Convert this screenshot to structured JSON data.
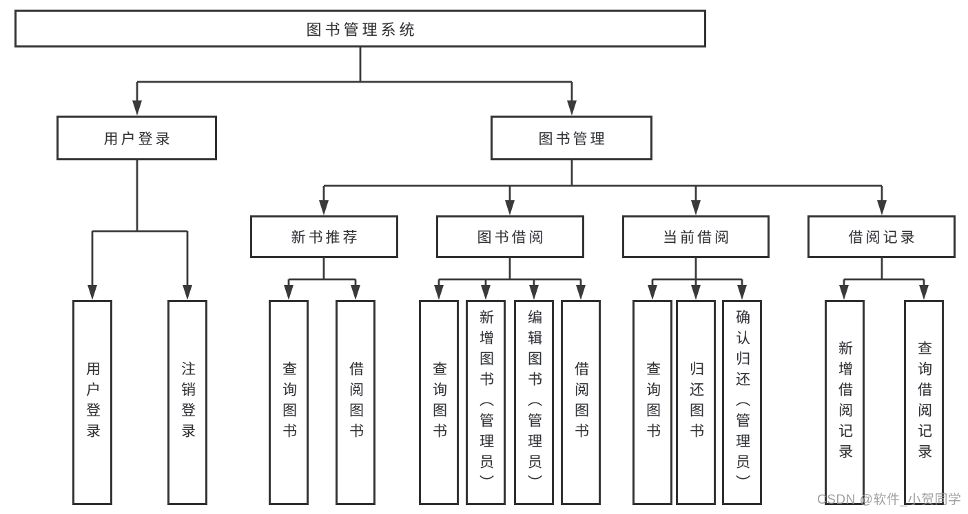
{
  "colors": {
    "background": "#ffffff",
    "box_border": "#333333",
    "box_fill": "#ffffff",
    "text": "#333333",
    "connector": "#3a3a3a",
    "watermark": "#989898"
  },
  "watermark": "CSDN @软件_小贺同学",
  "nodes": {
    "root": "图书管理系统",
    "level2": [
      {
        "label": "用户登录",
        "children": [
          "用户登录",
          "注销登录"
        ]
      },
      {
        "label": "图书管理",
        "children": [
          {
            "label": "新书推荐",
            "children": [
              "查询图书",
              "借阅图书"
            ]
          },
          {
            "label": "图书借阅",
            "children": [
              "查询图书",
              "新增图书（管理员）",
              "编辑图书（管理员）",
              "借阅图书"
            ]
          },
          {
            "label": "当前借阅",
            "children": [
              "查询图书",
              "归还图书",
              "确认归还（管理员）"
            ]
          },
          {
            "label": "借阅记录",
            "children": [
              "新增借阅记录",
              "查询借阅记录"
            ]
          }
        ]
      }
    ]
  }
}
